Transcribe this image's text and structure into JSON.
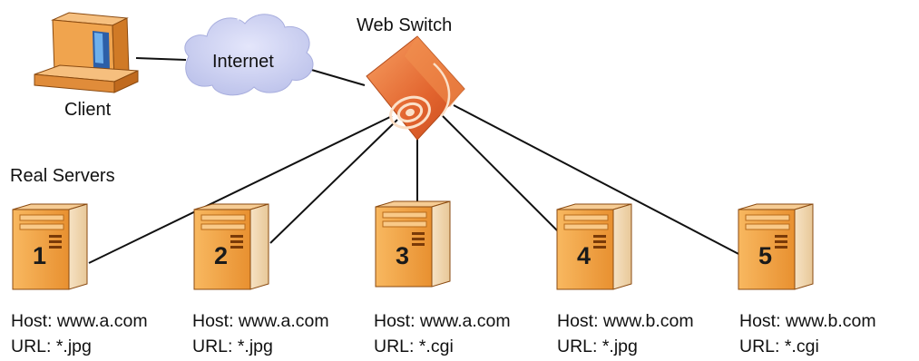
{
  "labels": {
    "web_switch": "Web Switch",
    "internet": "Internet",
    "client": "Client",
    "real_servers": "Real Servers"
  },
  "servers": [
    {
      "number": "1",
      "host": "Host: www.a.com",
      "url": "URL: *.jpg"
    },
    {
      "number": "2",
      "host": "Host: www.a.com",
      "url": "URL: *.jpg"
    },
    {
      "number": "3",
      "host": "Host: www.a.com",
      "url": "URL: *.cgi"
    },
    {
      "number": "4",
      "host": "Host: www.b.com",
      "url": "URL: *.jpg"
    },
    {
      "number": "5",
      "host": "Host: www.b.com",
      "url": "URL: *.cgi"
    }
  ],
  "colors": {
    "server_orange": "#f0a24a",
    "switch_orange": "#ec7a3e",
    "cloud": "#c9cdf0",
    "line": "#111111"
  }
}
